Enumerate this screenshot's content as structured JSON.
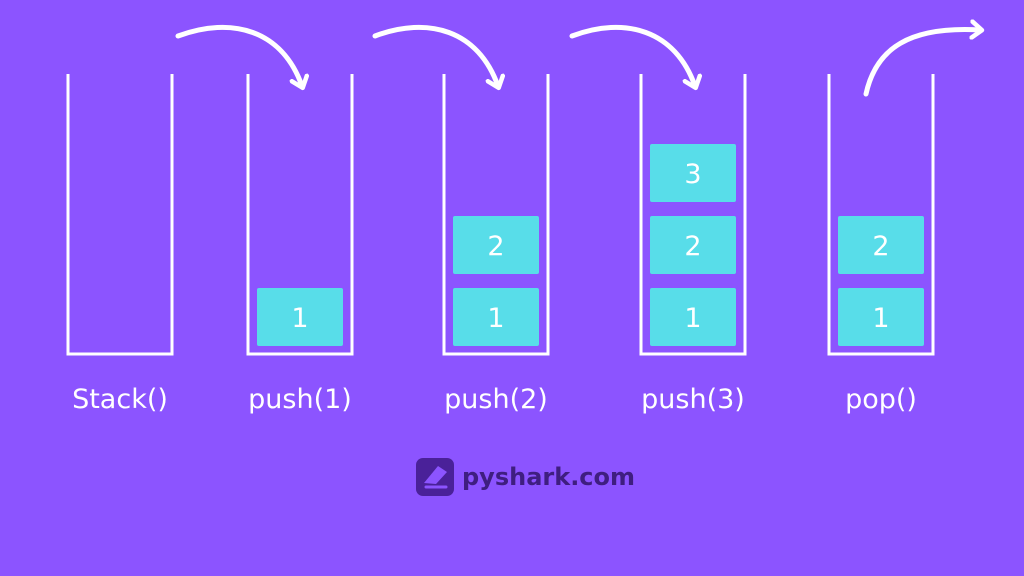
{
  "diagram": {
    "steps": [
      {
        "label": "Stack()",
        "items": []
      },
      {
        "label": "push(1)",
        "items": [
          "1"
        ]
      },
      {
        "label": "push(2)",
        "items": [
          "1",
          "2"
        ]
      },
      {
        "label": "push(3)",
        "items": [
          "1",
          "2",
          "3"
        ]
      },
      {
        "label": "pop()",
        "items": [
          "1",
          "2"
        ]
      }
    ],
    "arrows": [
      {
        "from": "Stack()",
        "to": "push(1)",
        "direction": "into-stack"
      },
      {
        "from": "push(1)",
        "to": "push(2)",
        "direction": "into-stack"
      },
      {
        "from": "push(2)",
        "to": "push(3)",
        "direction": "into-stack"
      },
      {
        "from": "pop()",
        "direction": "out-of-stack"
      }
    ]
  },
  "brand": {
    "name": "pyshark.com",
    "icon": "pyshark-logo-icon"
  },
  "colors": {
    "background": "#8c54ff",
    "stack_outline": "#ffffff",
    "item_fill": "#58dde9",
    "item_text": "#ffffff",
    "label_text": "#ffffff",
    "brand_text": "#3f1e80",
    "logo": "#4a2199"
  }
}
